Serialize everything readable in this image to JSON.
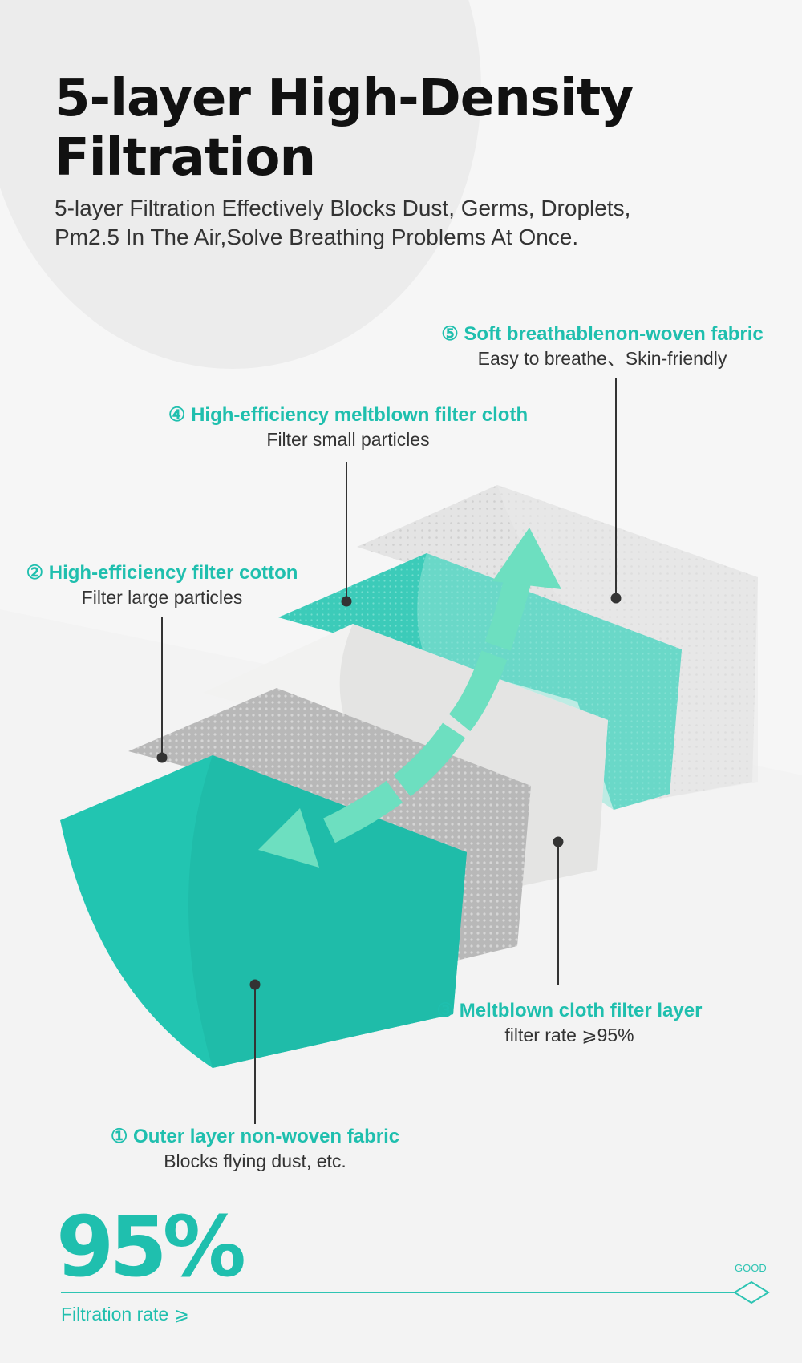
{
  "header": {
    "title": "5-layer High-Density Filtration",
    "subtitle_line1": "5-layer Filtration Effectively Blocks Dust, Germs, Droplets,",
    "subtitle_line2": "Pm2.5 In The Air,Solve Breathing Problems At Once."
  },
  "layers": [
    {
      "title": "① Outer layer non-woven fabric",
      "description": "Blocks flying dust, etc."
    },
    {
      "title": "② High-efficiency filter cotton",
      "description": "Filter large particles"
    },
    {
      "title": "③ Meltblown cloth filter layer",
      "description": "filter rate ⩾95%"
    },
    {
      "title": "④ High-efficiency meltblown filter cloth",
      "description": "Filter small particles"
    },
    {
      "title": "⑤ Soft breathablenon-woven fabric",
      "description": "Easy to breathe、Skin-friendly"
    }
  ],
  "stat": {
    "value": "95%",
    "label": "Filtration rate ⩾",
    "scale_label": "GOOD"
  },
  "colors": {
    "accent": "#1fbfae",
    "arrow": "#6ddfc0",
    "outer_layer": "#22c5b1",
    "meltblown_layer": "#3ecdbb",
    "gray_layer": "#b9b9b9",
    "white_layer": "#f1f1f0",
    "inner_layer": "#e3e3e3"
  }
}
